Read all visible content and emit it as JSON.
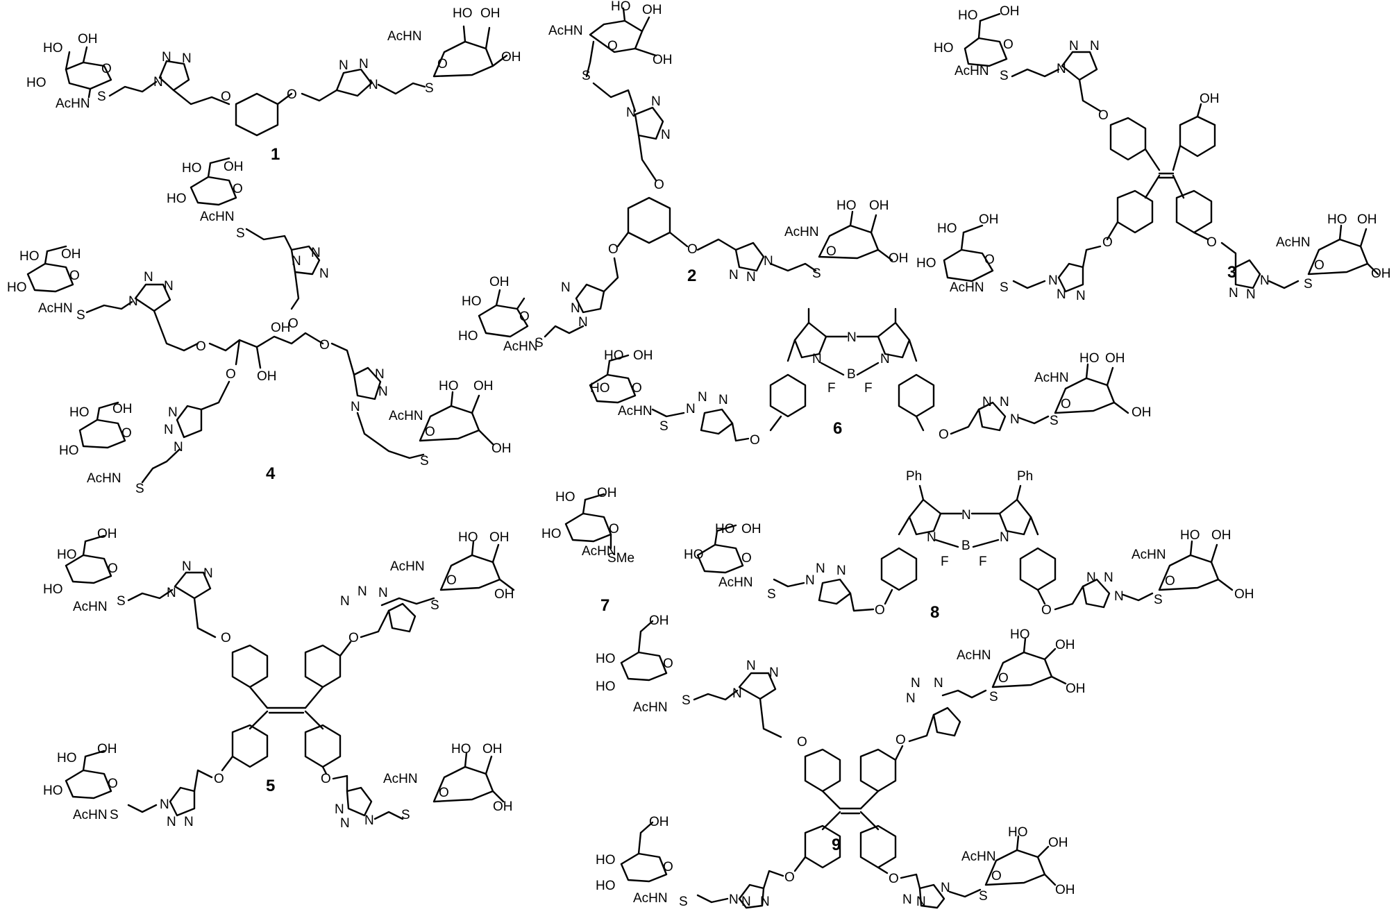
{
  "compounds": [
    {
      "label": "1"
    },
    {
      "label": "2"
    },
    {
      "label": "3"
    },
    {
      "label": "4"
    },
    {
      "label": "5"
    },
    {
      "label": "6"
    },
    {
      "label": "7"
    },
    {
      "label": "8"
    },
    {
      "label": "9"
    }
  ],
  "atoms": {
    "oh": "OH",
    "ho": "HO",
    "achn": "AcHN",
    "s": "S",
    "o": "O",
    "n": "N",
    "b": "B",
    "f": "F",
    "ph": "Ph",
    "sme": "SMe"
  }
}
